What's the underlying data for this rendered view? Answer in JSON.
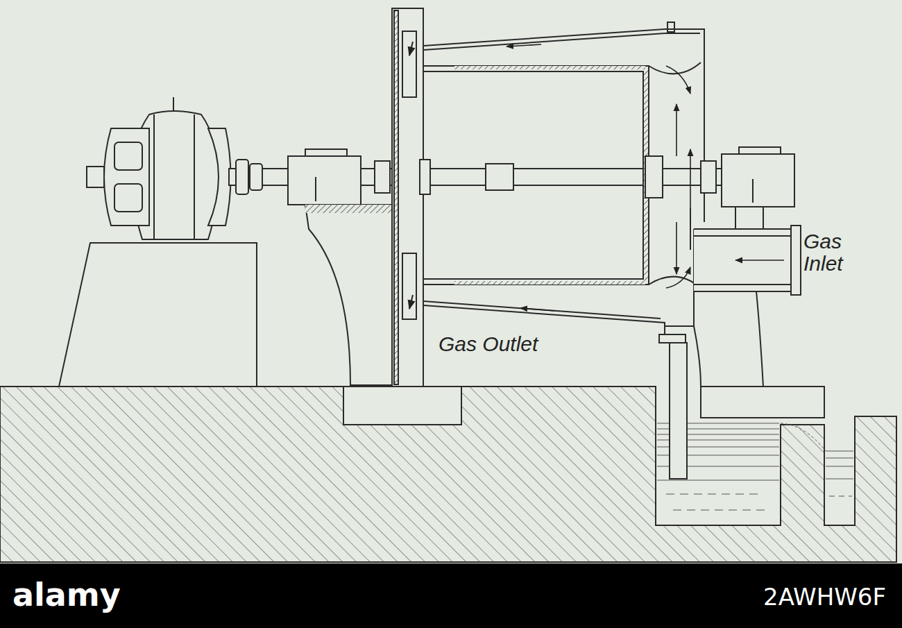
{
  "diagram": {
    "labels": [
      "Gas Inlet",
      "Gas Outlet",
      "alamy",
      "2AWHW6F"
    ]
  }
}
